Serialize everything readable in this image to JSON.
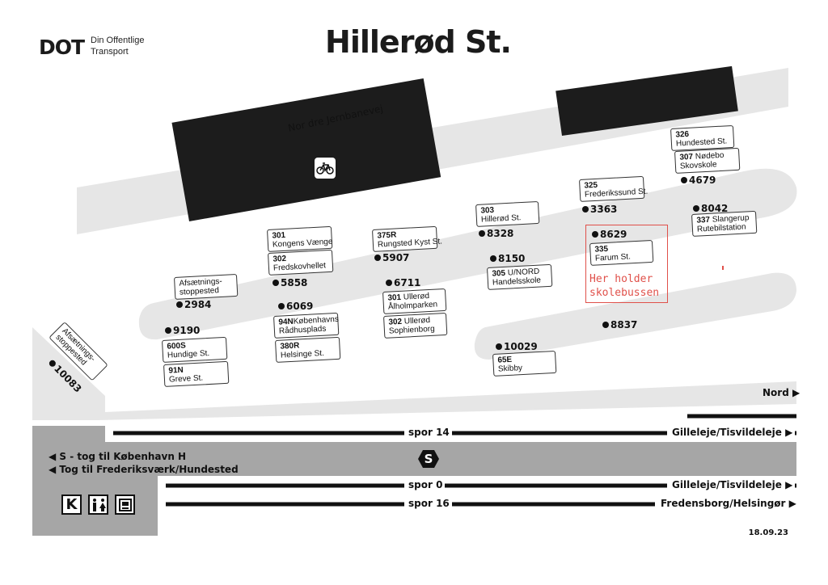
{
  "logo": {
    "mark": "DOT",
    "line1": "Din Offentlige",
    "line2": "Transport"
  },
  "title": "Hillerød St.",
  "street": "Nor dre Jernbanevej",
  "labels": [
    {
      "route": "",
      "name": "Afsætnings-",
      "name2": "stoppested"
    },
    {
      "route": "600S",
      "name": "Hundige St."
    },
    {
      "route": "91N",
      "name": "Greve St."
    },
    {
      "route": "301",
      "name": "Kongens Vænge"
    },
    {
      "route": "302",
      "name": "Fredskovhellet"
    },
    {
      "route": "94N",
      "name": "Københavns",
      "name2": "Rådhusplads"
    },
    {
      "route": "380R",
      "name": "Helsinge St."
    },
    {
      "route": "375R",
      "name": "Rungsted Kyst St."
    },
    {
      "route": "301",
      "name": "Ullerød",
      "name2": "Ålholmparken"
    },
    {
      "route": "302",
      "name": "Ullerød",
      "name2": "Sophienborg"
    },
    {
      "route": "303",
      "name": "Hillerød St."
    },
    {
      "route": "305",
      "name": "U/NORD",
      "name2": "Handelsskole"
    },
    {
      "route": "65E",
      "name": "Skibby"
    },
    {
      "route": "325",
      "name": "Frederikssund St."
    },
    {
      "route": "335",
      "name": "Farum St."
    },
    {
      "route": "326",
      "name": "Hundested St."
    },
    {
      "route": "307",
      "name": "Nødebo",
      "name2": "Skovskole"
    },
    {
      "route": "337",
      "name": "Slangerup",
      "name2": "Rutebilstation"
    },
    {
      "route": "",
      "name": "Afsætnings-",
      "name2": "stoppested"
    }
  ],
  "stops": [
    "2984",
    "9190",
    "5858",
    "6069",
    "5907",
    "6711",
    "8328",
    "8150",
    "10029",
    "3363",
    "8629",
    "8837",
    "4679",
    "8042",
    "10083"
  ],
  "note": {
    "line1": "Her holder",
    "line2": "skolebussen"
  },
  "tracks": [
    {
      "name": "spor 14",
      "dest": "Gilleleje/Tisvildeleje"
    },
    {
      "name": "spor 0",
      "dest": "Gilleleje/Tisvildeleje"
    },
    {
      "name": "spor 16",
      "dest": "Fredensborg/Helsingør"
    }
  ],
  "trains": {
    "line1": "S - tog til København H",
    "line2": "Tog til Frederiksværk/Hundested"
  },
  "s_logo": "S",
  "facilities": {
    "k": "K"
  },
  "north": "Nord",
  "date": "18.09.23",
  "colors": {
    "road": "#e6e6e6",
    "platform": "#a6a6a6",
    "block": "#1c1c1c",
    "note": "#e0504a"
  }
}
